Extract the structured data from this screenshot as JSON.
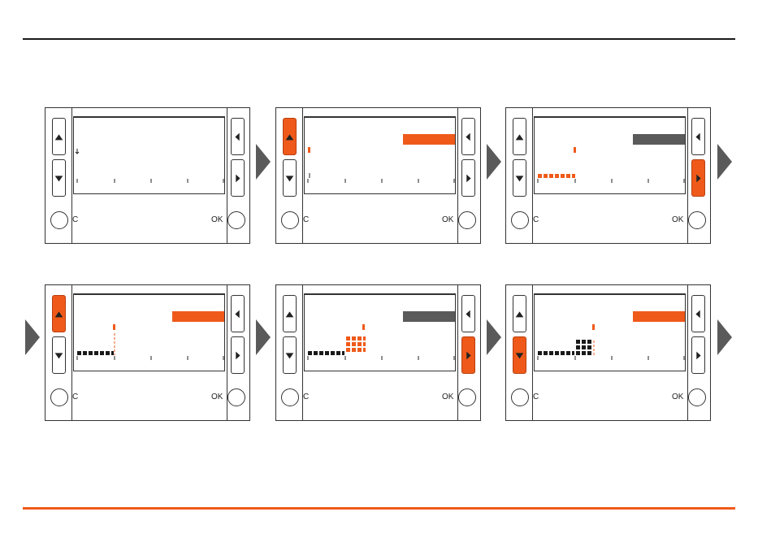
{
  "colors": {
    "accent": "#ef5a1a",
    "inactive_bar": "#5a5a5a",
    "text": "#222222"
  },
  "icons": {
    "up": "triangle-up-icon",
    "down": "triangle-down-icon",
    "left": "triangle-left-icon",
    "right": "triangle-right-icon",
    "step": "step-arrow-icon"
  },
  "labels": {
    "cancel": "C",
    "ok": "OK"
  },
  "panels": [
    {
      "step": 1,
      "active_button": "none",
      "header_bar": "none"
    },
    {
      "step": 2,
      "active_button": "up",
      "header_bar": "orange"
    },
    {
      "step": 3,
      "active_button": "right",
      "header_bar": "gray"
    },
    {
      "step": 4,
      "active_button": "up",
      "header_bar": "orange"
    },
    {
      "step": 5,
      "active_button": "right",
      "header_bar": "gray"
    },
    {
      "step": 6,
      "active_button": "down",
      "header_bar": "orange"
    }
  ]
}
